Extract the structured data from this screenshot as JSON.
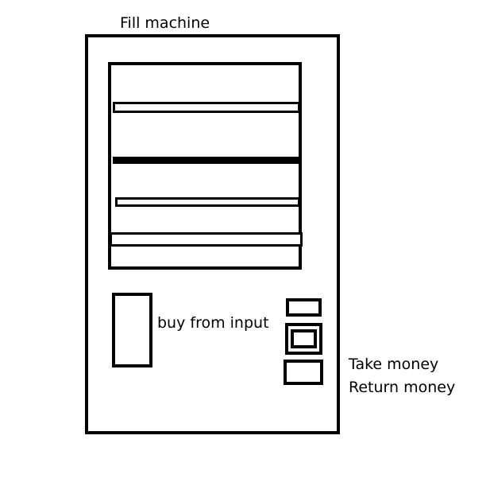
{
  "labels": {
    "fill_machine": "Fill machine",
    "buy_from_input": "buy from input",
    "take_money": "Take money",
    "return_money": "Return money"
  },
  "colors": {
    "line": "#000000",
    "background": "#ffffff"
  }
}
